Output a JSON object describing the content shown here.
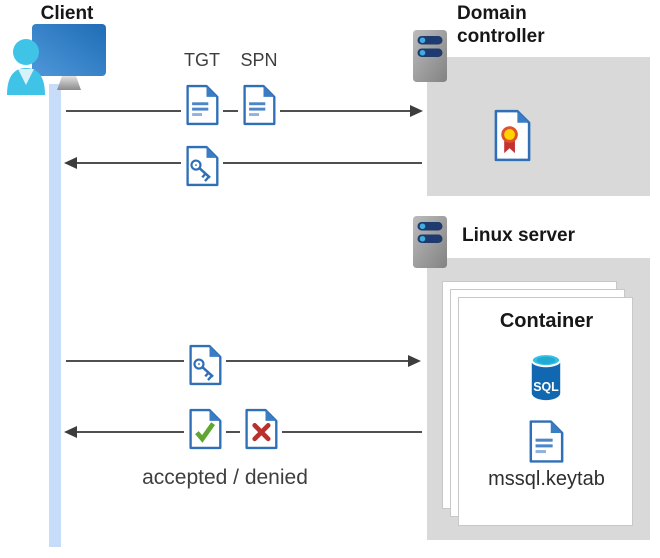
{
  "client": {
    "label": "Client"
  },
  "top_flow": {
    "tgt_label": "TGT",
    "spn_label": "SPN"
  },
  "domain_controller": {
    "label": "Domain controller"
  },
  "linux_server": {
    "label": "Linux server"
  },
  "container": {
    "title": "Container",
    "sql_badge": "SQL",
    "keytab_file": "mssql.keytab"
  },
  "bottom_flow": {
    "result_label": "accepted / denied"
  },
  "colors": {
    "doc_blue": "#2e6fb7",
    "doc_fold_blue": "#3b7dc4",
    "timeline_blue": "#c6dcf8",
    "box_gray": "#d9d9d9",
    "arrow_gray": "#4f4f4f",
    "accept_green": "#5ea631",
    "deny_red": "#b8312f",
    "sql_body_blue": "#1168b0",
    "sql_top_cyan": "#35bfe2",
    "seal_yellow": "#ffd400",
    "seal_ring_red": "#e04f2e",
    "ribbon_red": "#c33131",
    "server_bar_navy": "#1e3a6e",
    "server_dot_blue": "#41aee0",
    "person_cyan": "#3fc3e7"
  }
}
